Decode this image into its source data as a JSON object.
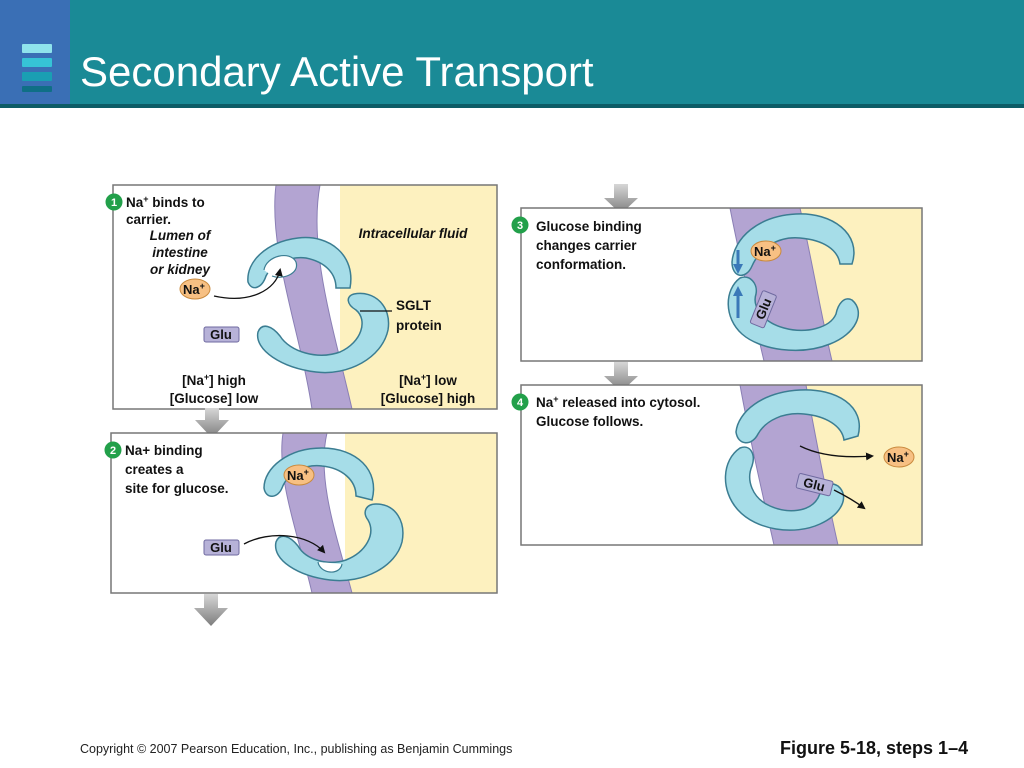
{
  "slide": {
    "title": "Secondary Active Transport",
    "copyright": "Copyright © 2007 Pearson Education, Inc., publishing as Benjamin Cummings",
    "figure_ref": "Figure 5-18, steps 1–4"
  },
  "colors": {
    "header": "#1a8a96",
    "header_rule": "#0d5c66",
    "logo_block": "#3a6fb5",
    "membrane": "#b3a4d2",
    "intracellular": "#fdf1bf",
    "carrier": "#a6dde8",
    "carrier_outline": "#3b7d92",
    "na_ion": "#f7c083",
    "glu_tag": "#b7b2d8",
    "step_badge": "#22a04a",
    "gray_arrow": "#8a8a8a"
  },
  "panel1": {
    "step": "1",
    "title_l1": "Na",
    "title_l1_sup": "+",
    "title_l1_rest": " binds to",
    "title_l2": "carrier.",
    "lumen_l1": "Lumen of",
    "lumen_l2": "intestine",
    "lumen_l3": "or kidney",
    "intracellular": "Intracellular fluid",
    "na": "Na",
    "na_sup": "+",
    "glu": "Glu",
    "sglt_l1": "SGLT",
    "sglt_l2": "protein",
    "left_conc_l1_a": "[Na",
    "left_conc_l1_sup": "+",
    "left_conc_l1_b": "] high",
    "left_conc_l2": "[Glucose] low",
    "right_conc_l1_a": "[Na",
    "right_conc_l1_sup": "+",
    "right_conc_l1_b": "] low",
    "right_conc_l2": "[Glucose] high"
  },
  "panel2": {
    "step": "2",
    "title_l1": "Na+ binding",
    "title_l2": "creates a",
    "title_l3": "site for glucose.",
    "na": "Na",
    "na_sup": "+",
    "glu": "Glu"
  },
  "panel3": {
    "step": "3",
    "title_l1": "Glucose binding",
    "title_l2": "changes carrier",
    "title_l3": "conformation.",
    "na": "Na",
    "na_sup": "+",
    "glu": "Glu"
  },
  "panel4": {
    "step": "4",
    "title_l1_a": "Na",
    "title_l1_sup": "+",
    "title_l1_b": " released into cytosol.",
    "title_l2": "Glucose follows.",
    "na": "Na",
    "na_sup": "+",
    "glu": "Glu"
  }
}
